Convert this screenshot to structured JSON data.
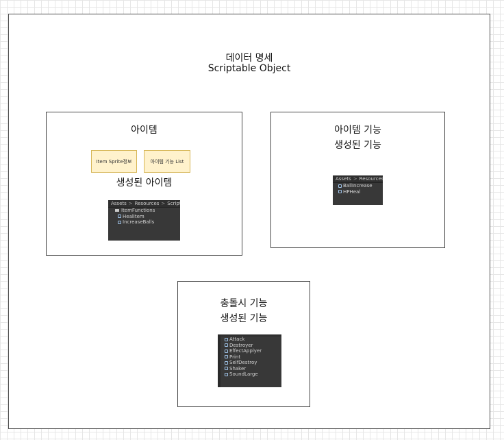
{
  "title": {
    "line1": "데이터 명세",
    "line2": "Scriptable Object"
  },
  "item_box": {
    "label": "아이템",
    "chips": [
      "Item Sprite정보",
      "아이템 기능 List"
    ],
    "sublabel": "생성된 아이템",
    "panel": {
      "crumbs": [
        "Assets",
        "Resources",
        "Scriptab"
      ],
      "rows": [
        "ItemFunctions",
        "HealItem",
        "IncreaseBalls"
      ]
    }
  },
  "item_function_box": {
    "label1": "아이템 기능",
    "label2": "생성된 기능",
    "panel": {
      "crumbs": [
        "Assets",
        "Resources",
        ""
      ],
      "rows": [
        "BallIncrease",
        "HPHeal"
      ]
    }
  },
  "collision_box": {
    "label1": "충돌시 기능",
    "label2": "생성된 기능",
    "panel": {
      "rows": [
        "Attack",
        "Destroyer",
        "EffectApplyer",
        "Print",
        "SelfDestroy",
        "Shaker",
        "SoundLarge"
      ]
    }
  }
}
